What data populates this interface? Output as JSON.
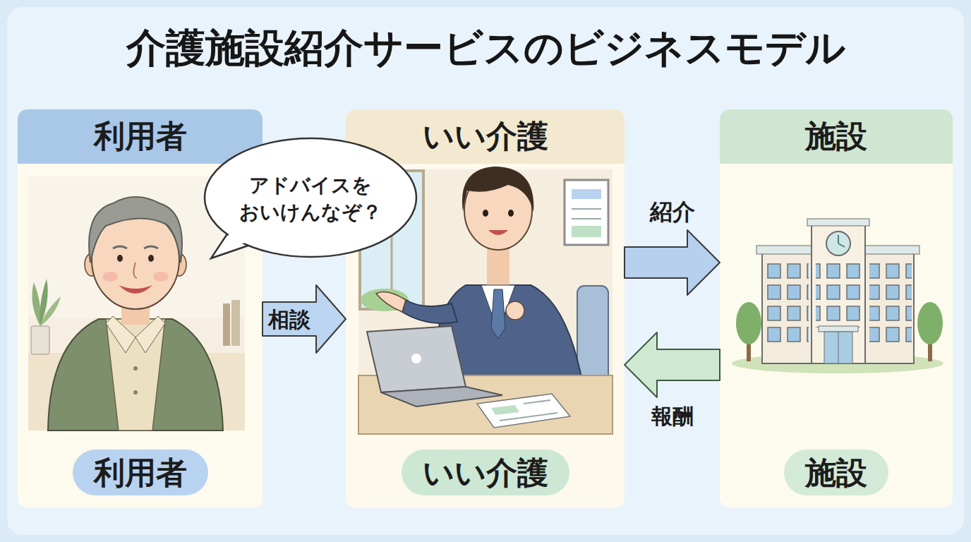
{
  "diagram": {
    "title": "介護施設紹介サービスのビジネスモデル",
    "nodes": [
      {
        "text": [
          "利用者",
          "利用者"
        ]
      },
      {
        "text": [
          "アドバイスを おいけんなぞ？"
        ]
      },
      {
        "text": [
          "いい介護",
          "いい介護"
        ]
      },
      {
        "text": [
          "施設",
          "施設"
        ]
      }
    ],
    "edges": [
      {
        "from": 0,
        "to": 2,
        "label": "相談",
        "arrow": "to"
      },
      {
        "from": 2,
        "to": 3,
        "label": "紹介",
        "arrow": "to"
      },
      {
        "from": 3,
        "to": 2,
        "label": "報酬",
        "arrow": "to"
      }
    ]
  }
}
